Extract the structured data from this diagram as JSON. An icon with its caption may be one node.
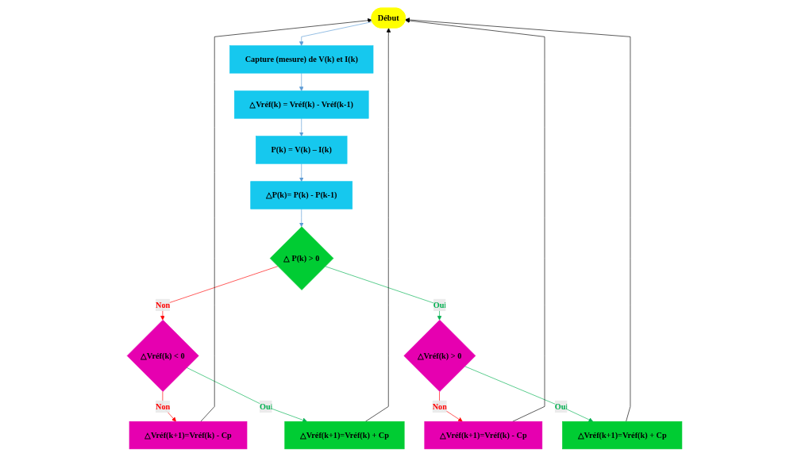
{
  "diagram": {
    "nodes": [
      {
        "text": [
          "Début"
        ]
      },
      {
        "text": [
          "Capture (mesure) de V(k) et I(k)"
        ]
      },
      {
        "text": [
          "△Vréf(k) = Vréf(k) - Vréf(k-1)"
        ]
      },
      {
        "text": [
          "P(k) = V(k) – I(k)"
        ]
      },
      {
        "text": [
          "△P(k)= P(k) - P(k-1)"
        ]
      },
      {
        "text": [
          "△ P(k) > 0"
        ]
      },
      {
        "text": [
          "△Vréf(k) < 0"
        ]
      },
      {
        "text": [
          "△Vréf(k) > 0"
        ]
      },
      {
        "text": [
          "△Vréf(k+1)=Vréf(k) - Cp"
        ]
      },
      {
        "text": [
          "△Vréf(k+1)=Vréf(k) + Cp"
        ]
      },
      {
        "text": [
          "△Vréf(k+1)=Vréf(k) - Cp"
        ]
      },
      {
        "text": [
          "△Vréf(k+1)=Vréf(k) + Cp"
        ]
      }
    ],
    "edges": [
      {
        "from": 0,
        "to": 1,
        "arrow": "to",
        "color": "#5b9bd5"
      },
      {
        "from": 1,
        "to": 2,
        "arrow": "to",
        "color": "#5b9bd5"
      },
      {
        "from": 2,
        "to": 3,
        "arrow": "to",
        "color": "#5b9bd5"
      },
      {
        "from": 3,
        "to": 4,
        "arrow": "to",
        "color": "#5b9bd5"
      },
      {
        "from": 4,
        "to": 5,
        "arrow": "to",
        "color": "#5b9bd5"
      },
      {
        "from": 5,
        "to": 6,
        "arrow": "to",
        "label": "Non",
        "color": "#ff0000"
      },
      {
        "from": 5,
        "to": 7,
        "arrow": "to",
        "label": "Oui",
        "color": "#00b050"
      },
      {
        "from": 6,
        "to": 8,
        "arrow": "to",
        "label": "Non",
        "color": "#ff0000"
      },
      {
        "from": 6,
        "to": 9,
        "arrow": "to",
        "label": "Oui",
        "color": "#00b050"
      },
      {
        "from": 7,
        "to": 10,
        "arrow": "to",
        "label": "Non",
        "color": "#ff0000"
      },
      {
        "from": 7,
        "to": 11,
        "arrow": "to",
        "label": "Oui",
        "color": "#00b050"
      },
      {
        "from": 8,
        "to": 0,
        "arrow": "to",
        "color": "#000000"
      },
      {
        "from": 9,
        "to": 0,
        "arrow": "to",
        "color": "#000000"
      },
      {
        "from": 10,
        "to": 0,
        "arrow": "to",
        "color": "#000000"
      },
      {
        "from": 11,
        "to": 0,
        "arrow": "to",
        "color": "#000000"
      }
    ]
  }
}
